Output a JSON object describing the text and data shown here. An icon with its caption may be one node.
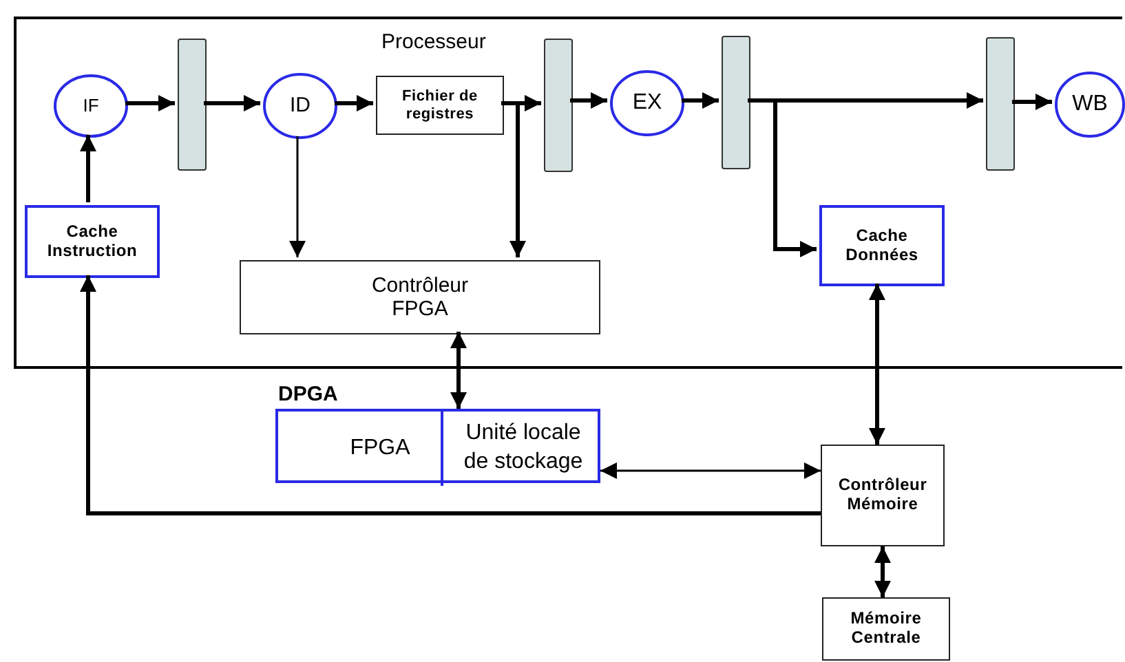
{
  "diagram": {
    "nodes": [
      {
        "text": [
          "Processeur"
        ]
      },
      {
        "text": [
          "IF"
        ],
        "in": 0
      },
      {
        "text": [],
        "shape": "bar",
        "in": 0
      },
      {
        "text": [
          "ID"
        ],
        "in": 0
      },
      {
        "text": [
          "Fichier de registres"
        ],
        "in": 0
      },
      {
        "text": [],
        "shape": "bar",
        "in": 0
      },
      {
        "text": [
          "EX"
        ],
        "in": 0
      },
      {
        "text": [],
        "shape": "bar",
        "in": 0
      },
      {
        "text": [],
        "shape": "bar",
        "in": 0
      },
      {
        "text": [
          "WB"
        ],
        "in": 0
      },
      {
        "text": [
          "Cache Instruction"
        ],
        "in": 0
      },
      {
        "text": [
          "Contrôleur FPGA"
        ],
        "in": 0
      },
      {
        "text": [
          "Cache Données"
        ],
        "in": 0
      },
      {
        "text": [
          "DPGA"
        ]
      },
      {
        "text": [
          "FPGA"
        ],
        "in": 13
      },
      {
        "text": [
          "Unité locale de stockage"
        ],
        "in": 13
      },
      {
        "text": [
          "Contrôleur Mémoire"
        ]
      },
      {
        "text": [
          "Mémoire Centrale"
        ]
      }
    ],
    "edges": [
      {
        "from": 1,
        "to": 2,
        "arrow": "to"
      },
      {
        "from": 2,
        "to": 3,
        "arrow": "to"
      },
      {
        "from": 3,
        "to": 4,
        "arrow": "to"
      },
      {
        "from": 4,
        "to": 5,
        "arrow": "to"
      },
      {
        "from": 5,
        "to": 6,
        "arrow": "to"
      },
      {
        "from": 6,
        "to": 7,
        "arrow": "to"
      },
      {
        "from": 7,
        "to": 8,
        "arrow": "to"
      },
      {
        "from": 8,
        "to": 9,
        "arrow": "to"
      },
      {
        "from": 7,
        "to": 12,
        "arrow": "to"
      },
      {
        "from": 3,
        "to": 11,
        "arrow": "to"
      },
      {
        "from": 4,
        "to": 11,
        "arrow": "to"
      },
      {
        "from": 10,
        "to": 1,
        "arrow": "to"
      },
      {
        "from": 16,
        "to": 10,
        "arrow": "to"
      },
      {
        "from": 11,
        "to": 15,
        "arrow": "both"
      },
      {
        "from": 12,
        "to": 16,
        "arrow": "both"
      },
      {
        "from": 15,
        "to": 16,
        "arrow": "both"
      },
      {
        "from": 16,
        "to": 17,
        "arrow": "both"
      }
    ]
  }
}
